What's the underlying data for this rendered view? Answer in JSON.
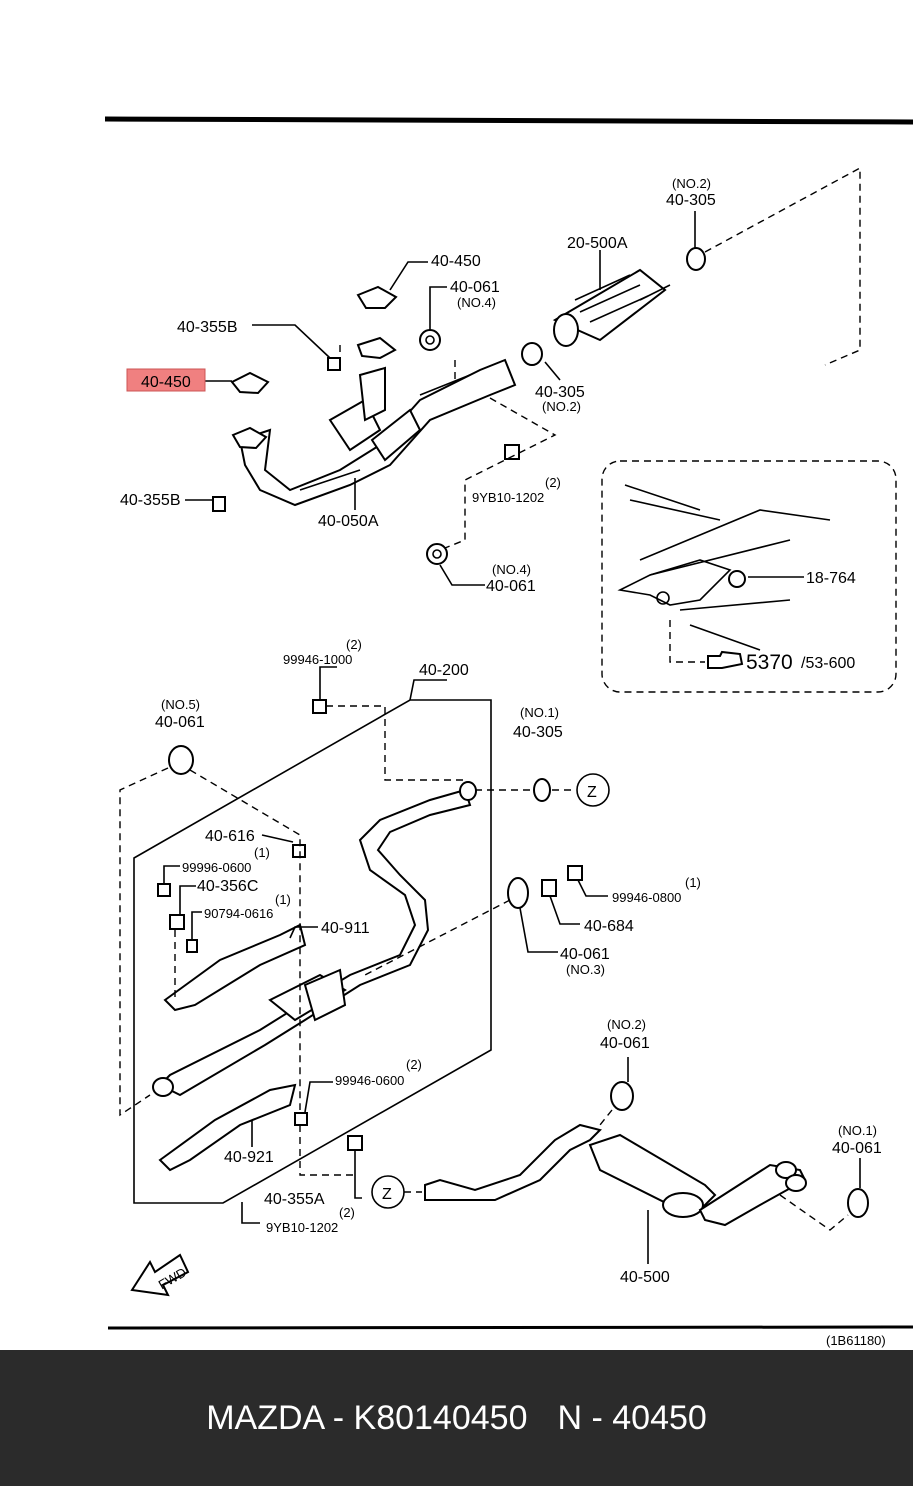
{
  "diagram": {
    "labels": {
      "l_40_305_top": "40-305",
      "l_no2_top": "(NO.2)",
      "l_20_500a": "20-500A",
      "l_40_450_top": "40-450",
      "l_40_061_a": "40-061",
      "l_no4_a": "(NO.4)",
      "l_40_355b_a": "40-355B",
      "l_40_450_hl": "40-450",
      "l_40_305_mid": "40-305",
      "l_no2_mid": "(NO.2)",
      "l_2_a": "(2)",
      "l_9yb_a": "9YB10-1202",
      "l_40_355b_b": "40-355B",
      "l_40_050a": "40-050A",
      "l_no4_b": "(NO.4)",
      "l_40_061_b": "40-061",
      "l_18_764": "18-764",
      "l_ref_5370": "5370",
      "l_ref_53600": "/53-600",
      "l_2_b": "(2)",
      "l_99946_1000": "99946-1000",
      "l_40_200": "40-200",
      "l_no5": "(NO.5)",
      "l_40_061_c": "40-061",
      "l_no1_a": "(NO.1)",
      "l_40_305_c": "40-305",
      "l_z1": "Z",
      "l_40_616": "40-616",
      "l_1_a": "(1)",
      "l_99996_0600": "99996-0600",
      "l_40_356c": "40-356C",
      "l_1_b": "(1)",
      "l_90794_0616": "90794-0616",
      "l_40_911": "40-911",
      "l_1_c": "(1)",
      "l_99946_0800": "99946-0800",
      "l_40_684": "40-684",
      "l_40_061_d": "40-061",
      "l_no3": "(NO.3)",
      "l_2_c": "(2)",
      "l_99946_0600": "99946-0600",
      "l_40_921": "40-921",
      "l_no2_b": "(NO.2)",
      "l_40_061_e": "40-061",
      "l_no1_b": "(NO.1)",
      "l_40_061_f": "40-061",
      "l_40_355a": "40-355A",
      "l_2_d": "(2)",
      "l_9yb_b": "9YB10-1202",
      "l_z2": "Z",
      "l_40_500": "40-500",
      "l_fwd": "FWD",
      "l_code": "(1B61180)"
    }
  },
  "footer": {
    "brand_part": "MAZDA - K80140450",
    "ref": "N - 40450"
  },
  "colors": {
    "highlight": "#f08080",
    "footer_bg": "#2b2b2b"
  }
}
